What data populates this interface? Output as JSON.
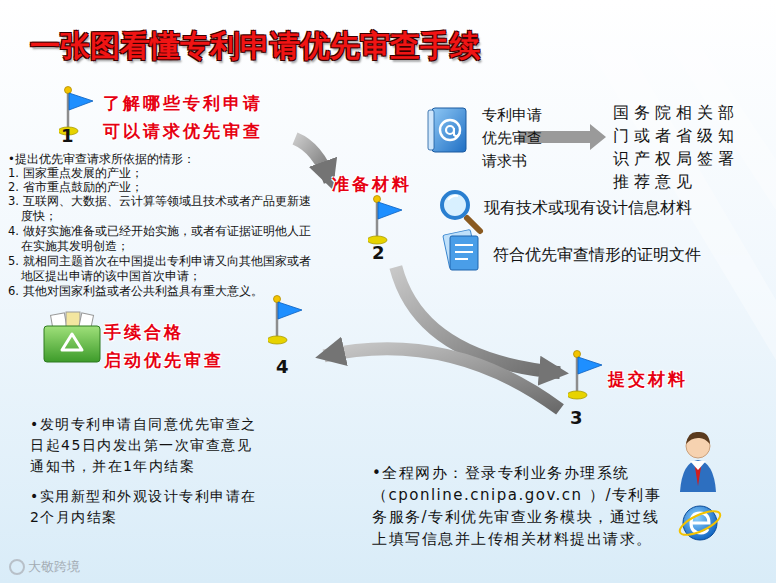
{
  "diagram": {
    "title": "一张图看懂专利申请优先审查手续",
    "nodes": [
      {
        "text": [
          "了解哪些专利申请 可以请求优先审查",
          "1"
        ]
      },
      {
        "text": [
          "准备材料",
          "2"
        ]
      },
      {
        "text": [
          "提交材料",
          "3"
        ]
      },
      {
        "text": [
          "手续合格 启动优先审查",
          "4"
        ]
      }
    ],
    "edges": [
      {
        "from": 0,
        "to": 1,
        "arrow": "to"
      },
      {
        "from": 1,
        "to": 2,
        "arrow": "to"
      },
      {
        "from": 2,
        "to": 3,
        "arrow": "to"
      }
    ],
    "labels": [
      "•提出优先审查请求所依据的情形：",
      "1. 国家重点发展的产业；",
      "2. 省市重点鼓励的产业；",
      "3. 互联网、大数据、云计算等领域且技术或者产品更新速度快；",
      "4. 做好实施准备或已经开始实施，或者有证据证明他人正在实施其发明创造；",
      "5. 就相同主题首次在中国提出专利申请又向其他国家或者地区提出申请的该中国首次申请；",
      "6. 其他对国家利益或者公共利益具有重大意义。",
      "专利申请 优先审查 请求书",
      "国务院相关部门或者省级知识产权局签署推荐意见",
      "现有技术或现有设计信息材料",
      "符合优先审查情形的证明文件",
      "•发明专利申请自同意优先审查之日起45日内发出第一次审查意见通知书，并在1年内结案",
      "•实用新型和外观设计专利申请在2个月内结案",
      "•全程网办：登录专利业务办理系统（cponline.cnipa.gov.cn ）/专利事务服务/专利优先审查业务模块，通过线上填写信息并上传相关材料提出请求。",
      "大敬跨境"
    ]
  }
}
